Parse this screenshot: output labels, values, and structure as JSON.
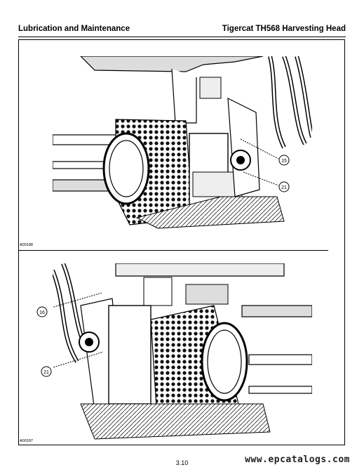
{
  "header": {
    "section_title": "Lubrication and Maintenance",
    "doc_title": "Tigercat TH568 Harvesting Head"
  },
  "figures": [
    {
      "code": "A00188",
      "callouts": [
        "15",
        "21"
      ]
    },
    {
      "code": "A00187",
      "callouts": [
        "16",
        "21"
      ]
    }
  ],
  "footer": {
    "page_number": "3.10",
    "watermark": "www.epcatalogs.com"
  }
}
